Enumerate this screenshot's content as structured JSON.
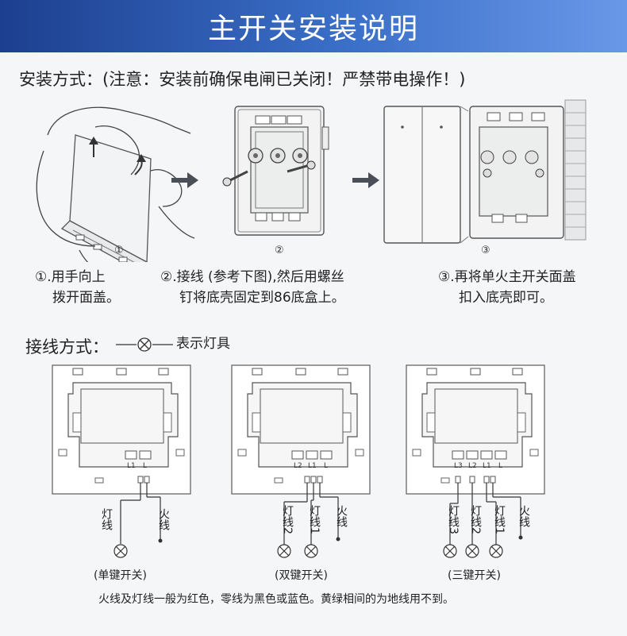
{
  "header": {
    "title": "主开关安装说明"
  },
  "install": {
    "heading": "安装方式：(注意：安装前确保电闸已关闭！严禁带电操作！)",
    "steps": [
      {
        "num": "①",
        "caption_line1": "①.用手向上",
        "caption_line2": "拨开面盖。"
      },
      {
        "num": "②",
        "caption_line1": "②.接线 (参考下图),然后用螺丝",
        "caption_line2": "钉将底壳固定到86底盒上。"
      },
      {
        "num": "③",
        "caption_line1": "③.再将单火主开关面盖",
        "caption_line2": "扣入底壳即可。"
      }
    ]
  },
  "wiring": {
    "heading": "接线方式：",
    "legend_text": "表示灯具",
    "diagrams": [
      {
        "terminals": [
          "L1",
          "L"
        ],
        "wires": [
          "灯线",
          "火线"
        ],
        "caption": "(单键开关)"
      },
      {
        "terminals": [
          "L2",
          "L1",
          "L"
        ],
        "wires": [
          "灯线2",
          "灯线1",
          "火线"
        ],
        "caption": "(双键开关)"
      },
      {
        "terminals": [
          "L3",
          "L2",
          "L1",
          "L"
        ],
        "wires": [
          "灯线3",
          "灯线2",
          "灯线1",
          "火线"
        ],
        "caption": "(三键开关)"
      }
    ],
    "note": "火线及灯线一般为红色，零线为黑色或蓝色。黄绿相间的为地线用不到。"
  },
  "colors": {
    "banner_start": "#1d3f8f",
    "banner_end": "#6a98e8",
    "arrow": "#4a4f57"
  }
}
